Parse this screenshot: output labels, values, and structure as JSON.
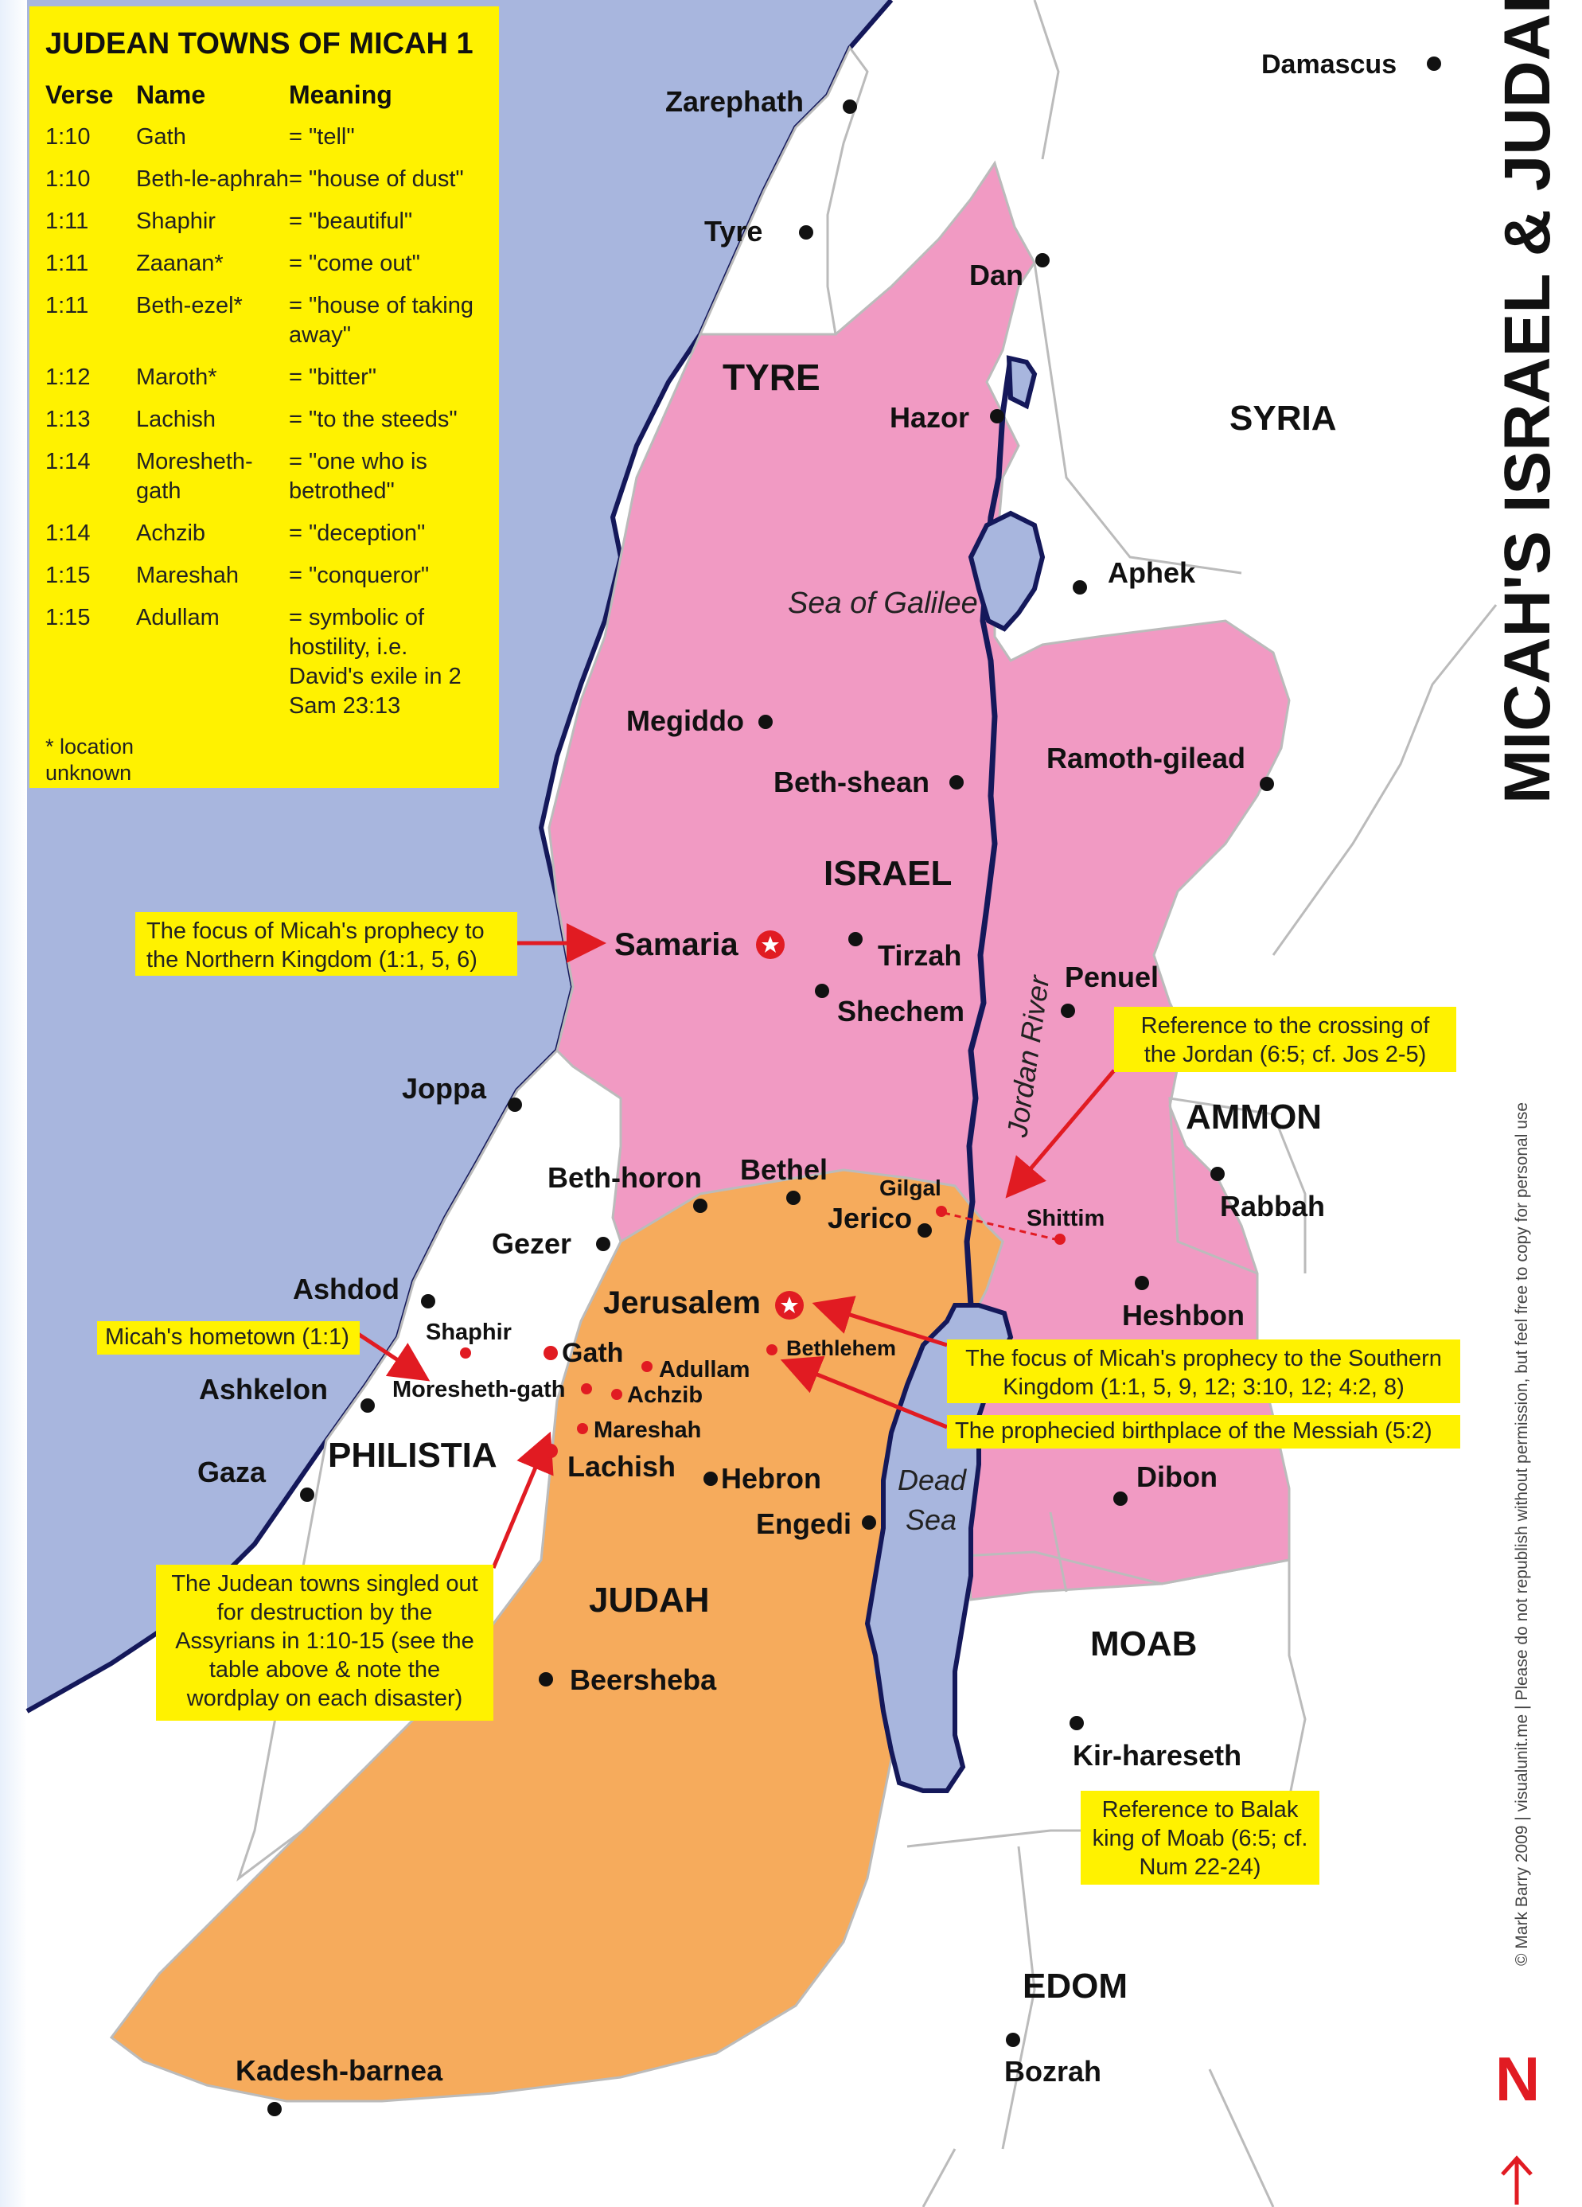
{
  "title": "MICAH'S ISRAEL & JUDAH",
  "copyright": "© Mark Barry 2009 | visualunit.me | Please do not republish without permission, but feel free to copy for personal use",
  "north_label": "N",
  "table": {
    "title": "JUDEAN TOWNS OF MICAH 1",
    "headers": [
      "Verse",
      "Name",
      "Meaning"
    ],
    "rows": [
      {
        "verse": "1:10",
        "name": "Gath",
        "meaning": "= \"tell\""
      },
      {
        "verse": "1:10",
        "name": "Beth-le-aphrah",
        "meaning": "= \"house of dust\""
      },
      {
        "verse": "1:11",
        "name": "Shaphir",
        "meaning": "= \"beautiful\""
      },
      {
        "verse": "1:11",
        "name": "Zaanan*",
        "meaning": "= \"come out\""
      },
      {
        "verse": "1:11",
        "name": "Beth-ezel*",
        "meaning": "= \"house of taking away\""
      },
      {
        "verse": "1:12",
        "name": "Maroth*",
        "meaning": "= \"bitter\""
      },
      {
        "verse": "1:13",
        "name": "Lachish",
        "meaning": "= \"to the steeds\""
      },
      {
        "verse": "1:14",
        "name": "Moresheth-gath",
        "meaning": "= \"one who is betrothed\""
      },
      {
        "verse": "1:14",
        "name": "Achzib",
        "meaning": "= \"deception\""
      },
      {
        "verse": "1:15",
        "name": "Mareshah",
        "meaning": "= \"conqueror\""
      },
      {
        "verse": "1:15",
        "name": "Adullam",
        "meaning": "= symbolic of hostility, i.e. David's exile in 2 Sam 23:13"
      }
    ],
    "footnote": "* location unknown"
  },
  "regions": {
    "tyre": "TYRE",
    "syria": "SYRIA",
    "israel": "ISRAEL",
    "ammon": "AMMON",
    "philistia": "PHILISTIA",
    "judah": "JUDAH",
    "moab": "MOAB",
    "edom": "EDOM"
  },
  "water": {
    "galilee": "Sea of Galilee",
    "jordan": "Jordan River",
    "dead_sea_1": "Dead",
    "dead_sea_2": "Sea"
  },
  "towns": {
    "damascus": "Damascus",
    "zarephath": "Zarephath",
    "tyre": "Tyre",
    "dan": "Dan",
    "hazor": "Hazor",
    "aphek": "Aphek",
    "megiddo": "Megiddo",
    "beth_shean": "Beth-shean",
    "ramoth_gilead": "Ramoth-gilead",
    "samaria": "Samaria",
    "tirzah": "Tirzah",
    "shechem": "Shechem",
    "penuel": "Penuel",
    "joppa": "Joppa",
    "beth_horon": "Beth-horon",
    "bethel": "Bethel",
    "gilgal": "Gilgal",
    "jerico": "Jerico",
    "shittim": "Shittim",
    "rabbah": "Rabbah",
    "gezer": "Gezer",
    "ashdod": "Ashdod",
    "jerusalem": "Jerusalem",
    "heshbon": "Heshbon",
    "shaphir": "Shaphir",
    "gath": "Gath",
    "adullam": "Adullam",
    "bethlehem": "Bethlehem",
    "ashkelon": "Ashkelon",
    "moresheth_gath": "Moresheth-gath",
    "achzib": "Achzib",
    "mareshah": "Mareshah",
    "gaza": "Gaza",
    "lachish": "Lachish",
    "hebron": "Hebron",
    "dibon": "Dibon",
    "engedi": "Engedi",
    "beersheba": "Beersheba",
    "kir_hareseth": "Kir-hareseth",
    "bozrah": "Bozrah",
    "kadesh_barnea": "Kadesh-barnea"
  },
  "notes": {
    "northern": "The focus of Micah's prophecy to the Northern Kingdom (1:1, 5, 6)",
    "jordan": "Reference to the crossing of the Jordan (6:5; cf. Jos 2-5)",
    "hometown": "Micah's hometown (1:1)",
    "southern": "The focus of Micah's prophecy to the Southern Kingdom (1:1, 5, 9, 12; 3:10, 12; 4:2, 8)",
    "messiah": "The prophecied birthplace of the Messiah (5:2)",
    "judean_towns": "The Judean towns singled out for destruction by the Assyrians in 1:10-15 (see the table above & note the wordplay on each disaster)",
    "balak": "Reference to Balak king of Moab (6:5; cf. Num 22-24)"
  },
  "colors": {
    "sea": "#a8b6de",
    "israel": "#f19ac3",
    "judah": "#f6ab5c",
    "river": "#14185a",
    "note": "#fff200",
    "arrow": "#e11b22",
    "border": "#bbbbbb"
  }
}
